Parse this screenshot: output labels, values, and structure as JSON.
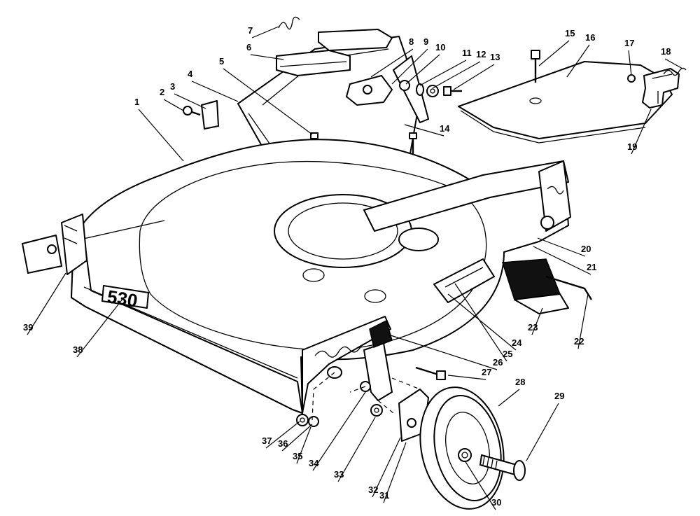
{
  "decal_text": "530",
  "callouts": [
    "1",
    "2",
    "3",
    "4",
    "5",
    "6",
    "7",
    "8",
    "9",
    "10",
    "11",
    "12",
    "13",
    "14",
    "15",
    "16",
    "17",
    "18",
    "19",
    "20",
    "21",
    "22",
    "23",
    "24",
    "25",
    "26",
    "27",
    "28",
    "29",
    "30",
    "31",
    "32",
    "33",
    "34",
    "35",
    "36",
    "37",
    "38",
    "39"
  ]
}
